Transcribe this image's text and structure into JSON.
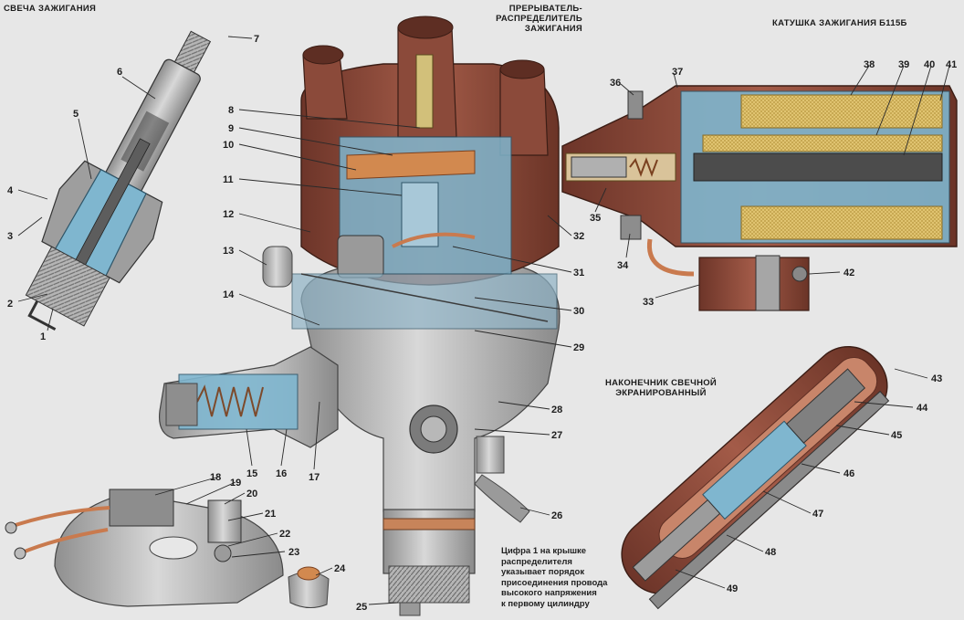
{
  "titles": {
    "spark_plug": "СВЕЧА ЗАЖИГАНИЯ",
    "distributor_line1": "ПРЕРЫВАТЕЛЬ-",
    "distributor_line2": "РАСПРЕДЕЛИТЕЛЬ",
    "distributor_line3": "ЗАЖИГАНИЯ",
    "coil": "КАТУШКА ЗАЖИГАНИЯ Б115Б",
    "tip_line1": "НАКОНЕЧНИК СВЕЧНОЙ",
    "tip_line2": "ЭКРАНИРОВАННЫЙ"
  },
  "note": {
    "line1": "Цифра 1 на крышке",
    "line2": "распределителя",
    "line3": "указывает порядок",
    "line4": "присоединения провода",
    "line5": "высокого напряжения",
    "line6": "к первому цилиндру"
  },
  "callouts": [
    {
      "n": "1"
    },
    {
      "n": "2"
    },
    {
      "n": "3"
    },
    {
      "n": "4"
    },
    {
      "n": "5"
    },
    {
      "n": "6"
    },
    {
      "n": "7"
    },
    {
      "n": "8"
    },
    {
      "n": "9"
    },
    {
      "n": "10"
    },
    {
      "n": "11"
    },
    {
      "n": "12"
    },
    {
      "n": "13"
    },
    {
      "n": "14"
    },
    {
      "n": "15"
    },
    {
      "n": "16"
    },
    {
      "n": "17"
    },
    {
      "n": "18"
    },
    {
      "n": "19"
    },
    {
      "n": "20"
    },
    {
      "n": "21"
    },
    {
      "n": "22"
    },
    {
      "n": "23"
    },
    {
      "n": "24"
    },
    {
      "n": "25"
    },
    {
      "n": "26"
    },
    {
      "n": "27"
    },
    {
      "n": "28"
    },
    {
      "n": "29"
    },
    {
      "n": "30"
    },
    {
      "n": "31"
    },
    {
      "n": "32"
    },
    {
      "n": "33"
    },
    {
      "n": "34"
    },
    {
      "n": "35"
    },
    {
      "n": "36"
    },
    {
      "n": "37"
    },
    {
      "n": "38"
    },
    {
      "n": "39"
    },
    {
      "n": "40"
    },
    {
      "n": "41"
    },
    {
      "n": "42"
    },
    {
      "n": "43"
    },
    {
      "n": "44"
    },
    {
      "n": "45"
    },
    {
      "n": "46"
    },
    {
      "n": "47"
    },
    {
      "n": "48"
    },
    {
      "n": "49"
    }
  ],
  "colors": {
    "cap_brown": "#8b4a3a",
    "insulator_blue": "#7fb6cf",
    "metal_gray": "#a9a9a9",
    "coil_winding": "#e5c97a",
    "copper": "#c97a4e"
  }
}
